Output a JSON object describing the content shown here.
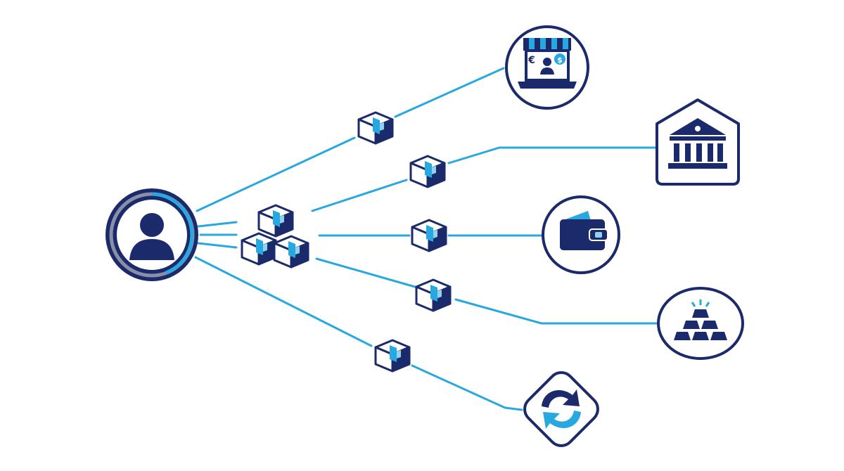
{
  "diagram": {
    "colors": {
      "navy": "#1b2a6b",
      "accent": "#29a8df",
      "light_accent": "#8fd3f2",
      "ring_gray": "#8a8fa8",
      "background": "#ffffff"
    },
    "center_node": {
      "icon": "user-icon"
    },
    "hub": {
      "icon": "boxes-stack-icon"
    },
    "destinations": [
      {
        "id": "online-shop",
        "icon": "online-shop-laptop-icon",
        "frame": "circle",
        "currency_symbols": [
          "€",
          "$"
        ]
      },
      {
        "id": "bank",
        "icon": "bank-building-icon",
        "frame": "house"
      },
      {
        "id": "wallet",
        "icon": "wallet-icon",
        "frame": "circle"
      },
      {
        "id": "gold",
        "icon": "gold-bars-icon",
        "frame": "ellipse"
      },
      {
        "id": "exchange",
        "icon": "exchange-arrows-icon",
        "frame": "rounded-diamond"
      }
    ],
    "connector_packages": [
      "package-icon",
      "package-icon",
      "package-icon",
      "package-icon",
      "package-icon"
    ]
  }
}
